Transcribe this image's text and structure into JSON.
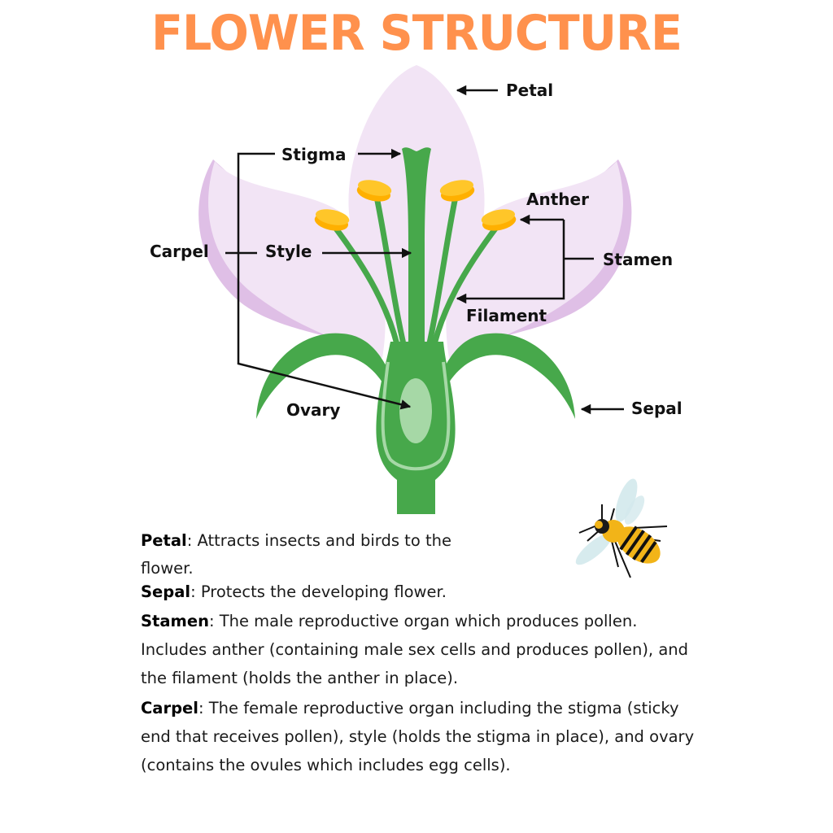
{
  "title": "FLOWER STRUCTURE",
  "colors": {
    "title": "#ff914d",
    "petal_light": "#f2e4f5",
    "petal_dark": "#dfbfe6",
    "green": "#47a84b",
    "ovary_light": "#a6d8a6",
    "anther": "#ffc629",
    "anther_dark": "#ffb000",
    "bee_yellow": "#f2b418",
    "bee_wing": "#d3e9ec"
  },
  "labels": {
    "petal": "Petal",
    "stigma": "Stigma",
    "anther": "Anther",
    "carpel": "Carpel",
    "style": "Style",
    "stamen": "Stamen",
    "filament": "Filament",
    "ovary": "Ovary",
    "sepal": "Sepal"
  },
  "descriptions": [
    {
      "term": "Petal",
      "text": ": Attracts insects and birds to the flower."
    },
    {
      "term": "Sepal",
      "text": ": Protects the developing flower."
    },
    {
      "term": "Stamen",
      "text": ": The male reproductive organ which produces pollen. Includes anther (containing male sex cells and produces pollen), and the filament (holds the anther in place)."
    },
    {
      "term": "Carpel",
      "text": ": The female reproductive organ including the stigma (sticky end that receives pollen), style (holds the stigma in place), and ovary (contains the ovules which includes egg cells)."
    }
  ],
  "icons": {
    "illustration": "flower-diagram",
    "insect": "bee-icon"
  }
}
